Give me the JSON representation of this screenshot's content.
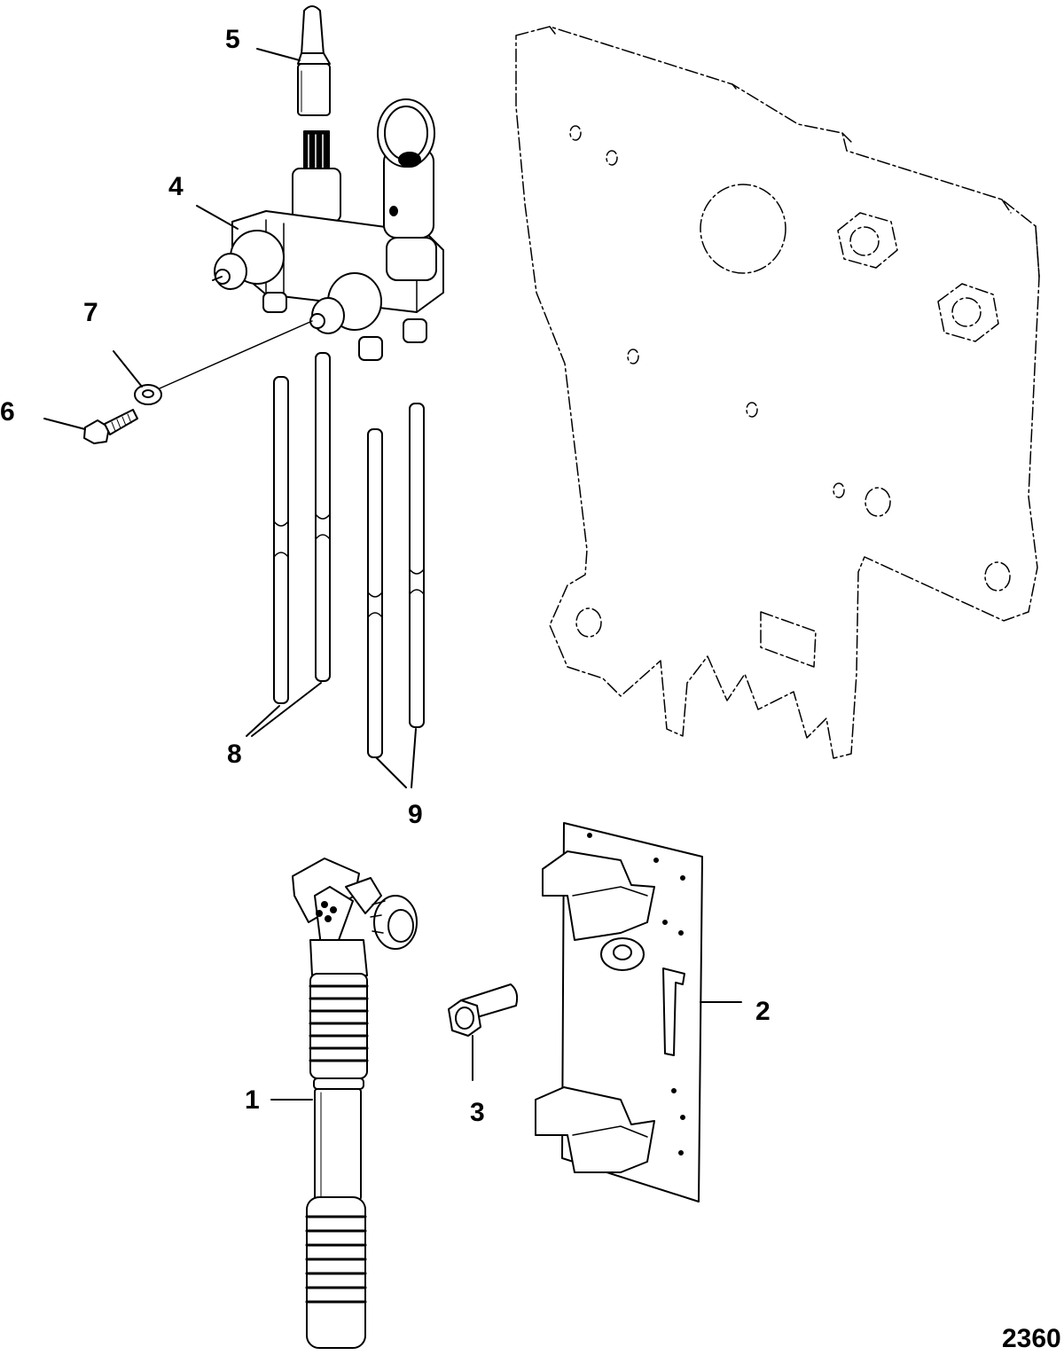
{
  "callouts": {
    "c1": "1",
    "c2": "2",
    "c3": "3",
    "c4": "4",
    "c5": "5",
    "c6": "6",
    "c7": "7",
    "c8": "8",
    "c9": "9"
  },
  "figure_number": "2360"
}
